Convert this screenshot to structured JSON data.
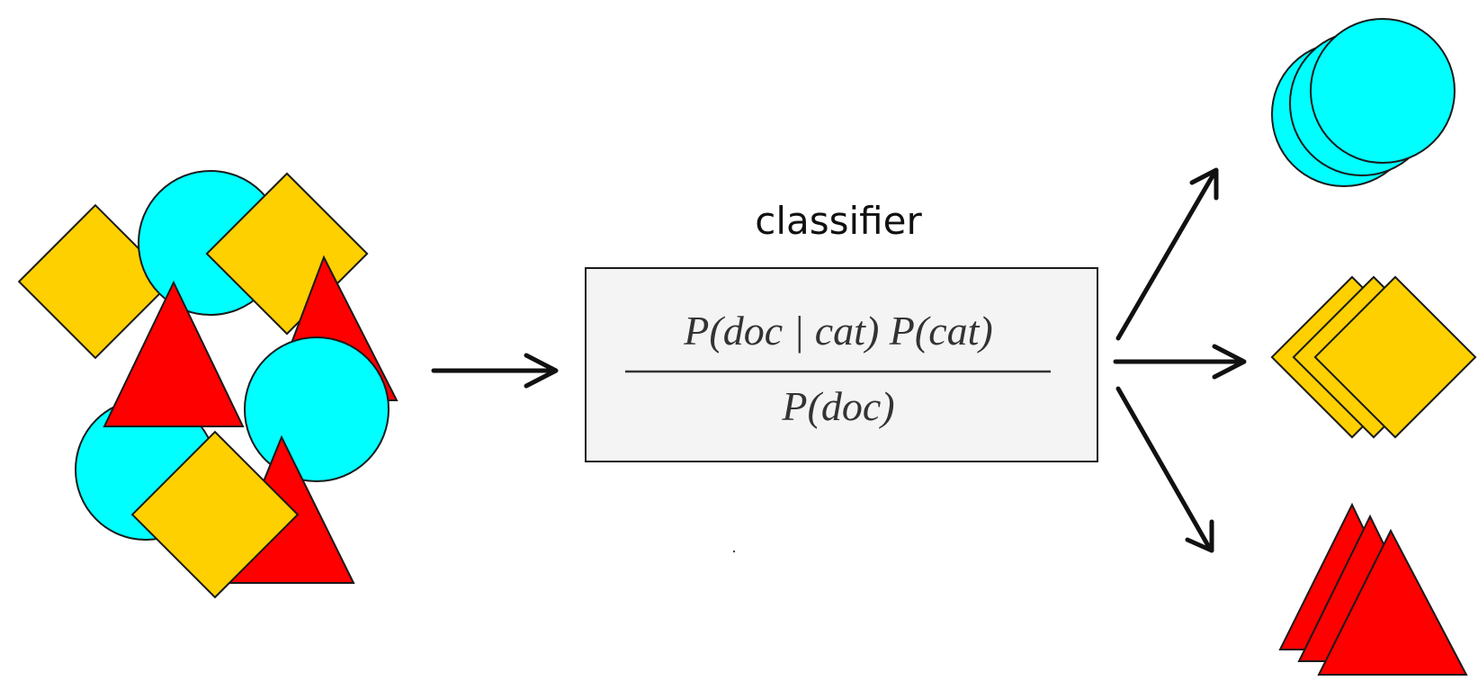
{
  "classifier": {
    "label": "classifier",
    "formula": {
      "numerator": "P(doc | cat) P(cat)",
      "denominator": "P(doc)"
    }
  },
  "colors": {
    "circle": "#00ffff",
    "diamond": "#ffd000",
    "triangle": "#ff0000",
    "box_fill": "#f4f4f4",
    "stroke": "#1a1a1a"
  },
  "shapes": {
    "input": [
      "diamond",
      "circle",
      "diamond",
      "triangle",
      "triangle",
      "circle",
      "circle",
      "diamond",
      "triangle"
    ],
    "output_groups": [
      "circle",
      "diamond",
      "triangle"
    ]
  }
}
